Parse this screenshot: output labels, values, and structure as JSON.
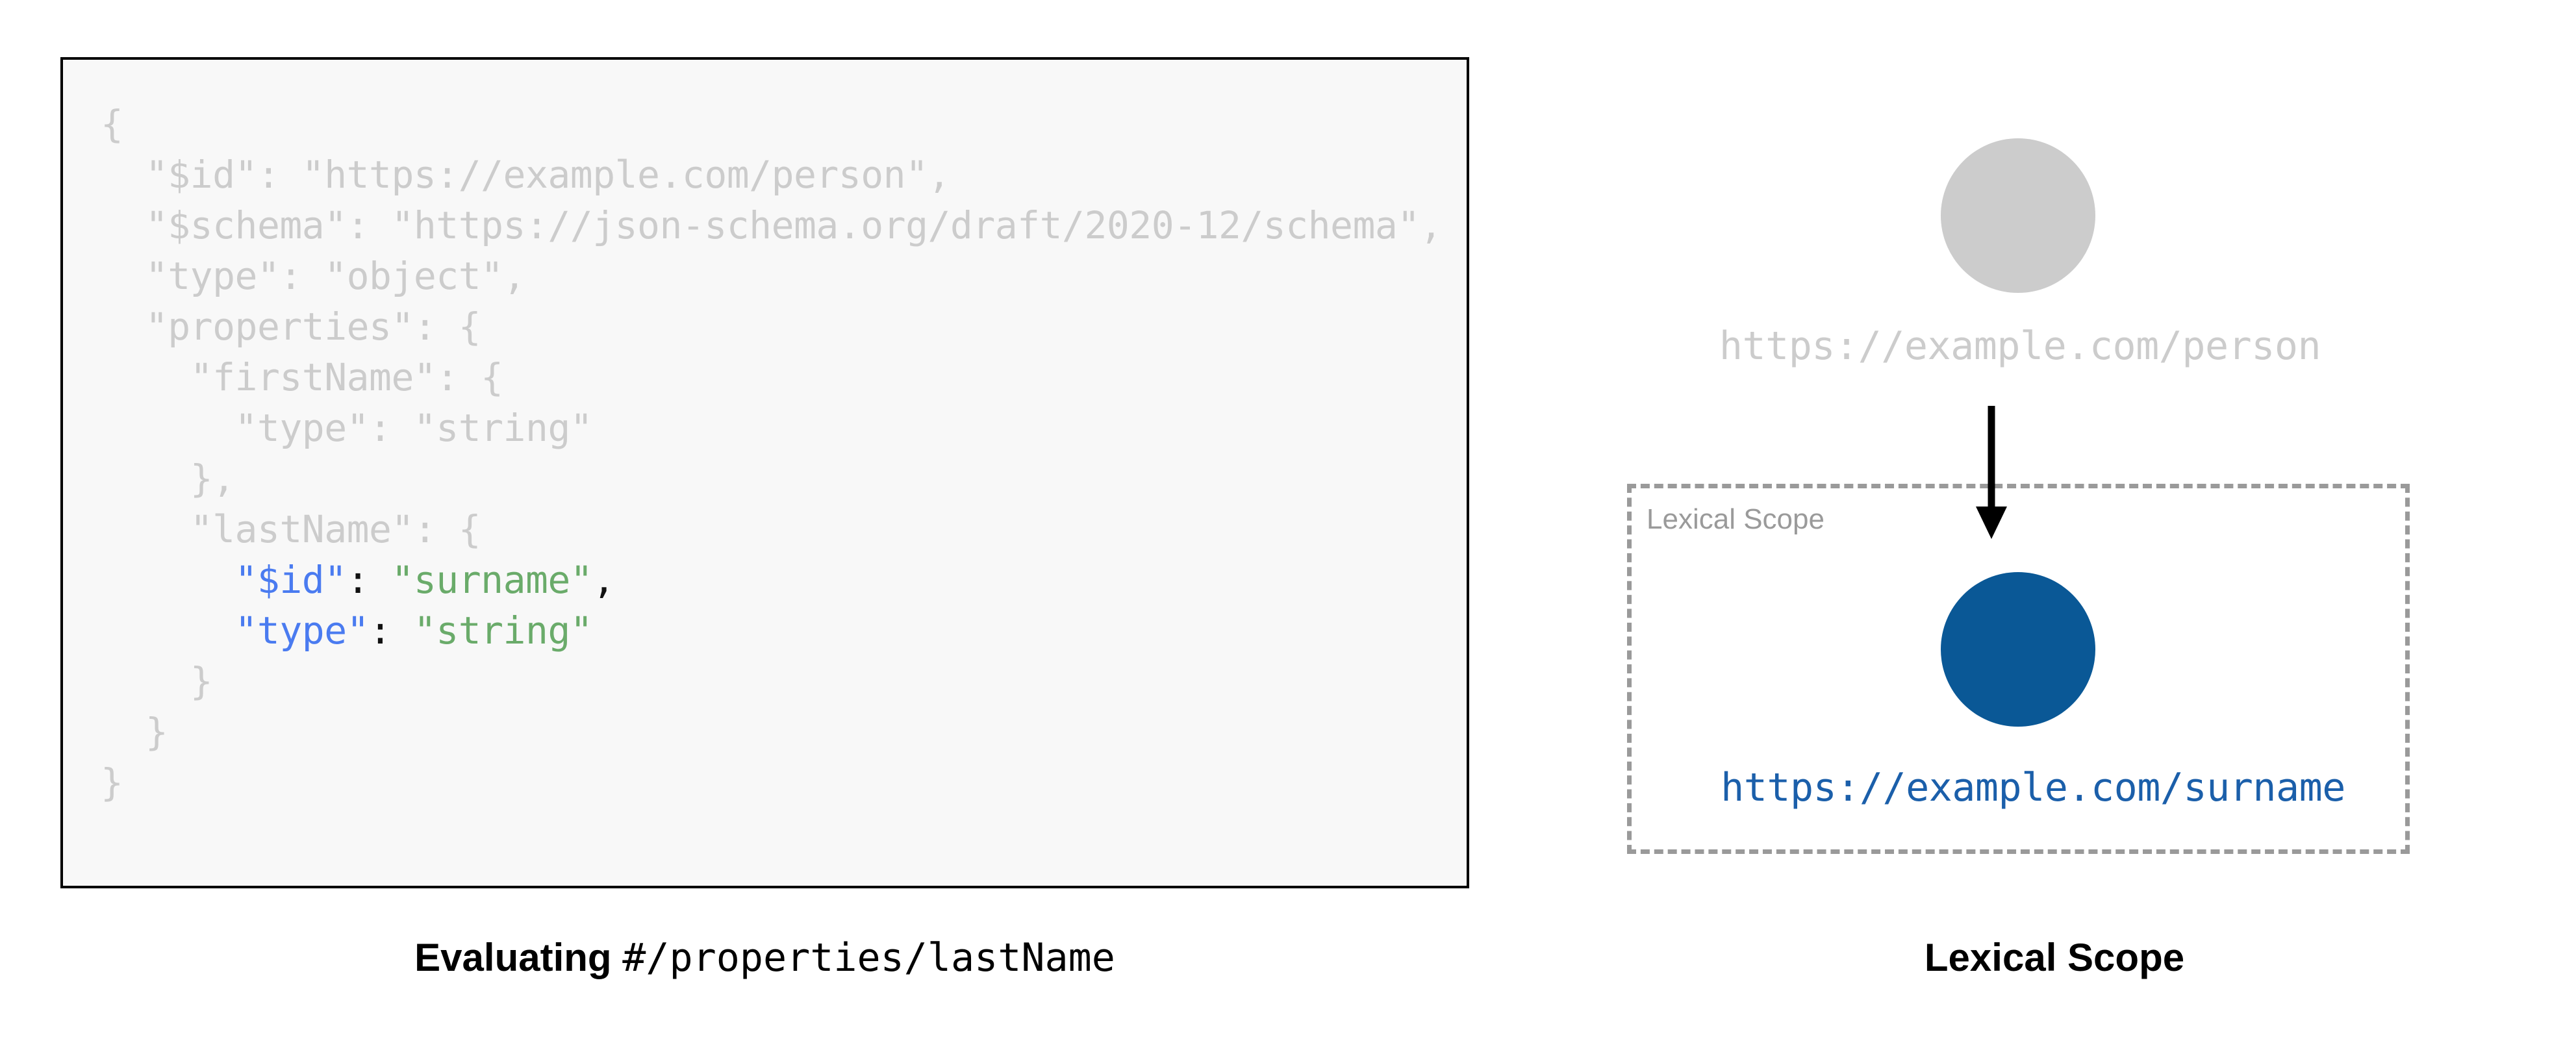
{
  "left_panel": {
    "code_box": {
      "language": "json",
      "background_color": "#F8F8F8",
      "border_color": "#000000",
      "dim_color": "#CCCCCC",
      "key_color": "#4A7BF0",
      "string_color": "#6AAB6A",
      "punctuation_color": "#111111",
      "lines": [
        {
          "indent": 0,
          "tokens": [
            {
              "text": "{",
              "style": "dim"
            }
          ]
        },
        {
          "indent": 1,
          "tokens": [
            {
              "text": "\"$id\": \"https://example.com/person\",",
              "style": "dim"
            }
          ]
        },
        {
          "indent": 1,
          "tokens": [
            {
              "text": "\"$schema\": \"https://json-schema.org/draft/2020-12/schema\",",
              "style": "dim"
            }
          ]
        },
        {
          "indent": 1,
          "tokens": [
            {
              "text": "\"type\": \"object\",",
              "style": "dim"
            }
          ]
        },
        {
          "indent": 1,
          "tokens": [
            {
              "text": "\"properties\": {",
              "style": "dim"
            }
          ]
        },
        {
          "indent": 2,
          "tokens": [
            {
              "text": "\"firstName\": {",
              "style": "dim"
            }
          ]
        },
        {
          "indent": 3,
          "tokens": [
            {
              "text": "\"type\": \"string\"",
              "style": "dim"
            }
          ]
        },
        {
          "indent": 2,
          "tokens": [
            {
              "text": "},",
              "style": "dim"
            }
          ]
        },
        {
          "indent": 2,
          "tokens": [
            {
              "text": "\"lastName\": {",
              "style": "dim"
            }
          ]
        },
        {
          "indent": 3,
          "tokens": [
            {
              "text": "\"$id\"",
              "style": "key"
            },
            {
              "text": ": ",
              "style": "pun"
            },
            {
              "text": "\"surname\"",
              "style": "str"
            },
            {
              "text": ",",
              "style": "pun"
            }
          ]
        },
        {
          "indent": 3,
          "tokens": [
            {
              "text": "\"type\"",
              "style": "key"
            },
            {
              "text": ": ",
              "style": "pun"
            },
            {
              "text": "\"string\"",
              "style": "str"
            }
          ]
        },
        {
          "indent": 2,
          "tokens": [
            {
              "text": "}",
              "style": "dim"
            }
          ]
        },
        {
          "indent": 1,
          "tokens": [
            {
              "text": "}",
              "style": "dim"
            }
          ]
        },
        {
          "indent": 0,
          "tokens": [
            {
              "text": "}",
              "style": "dim"
            }
          ]
        }
      ]
    },
    "caption": {
      "bold_text": "Evaluating",
      "mono_text": "#/properties/lastName"
    }
  },
  "right_panel": {
    "outer_node": {
      "label": "https://example.com/person",
      "circle_color": "#CCCCCC",
      "label_color": "#CCCCCC"
    },
    "arrow": {
      "name": "downward-arrow",
      "color": "#000000"
    },
    "lexical_scope_box": {
      "label": "Lexical Scope",
      "border_color": "#9A9A9A",
      "border_style": "dashed"
    },
    "inner_node": {
      "label": "https://example.com/surname",
      "circle_color": "#0A5896",
      "label_color": "#1B5FAA"
    },
    "caption": {
      "bold_text": "Lexical Scope"
    }
  }
}
